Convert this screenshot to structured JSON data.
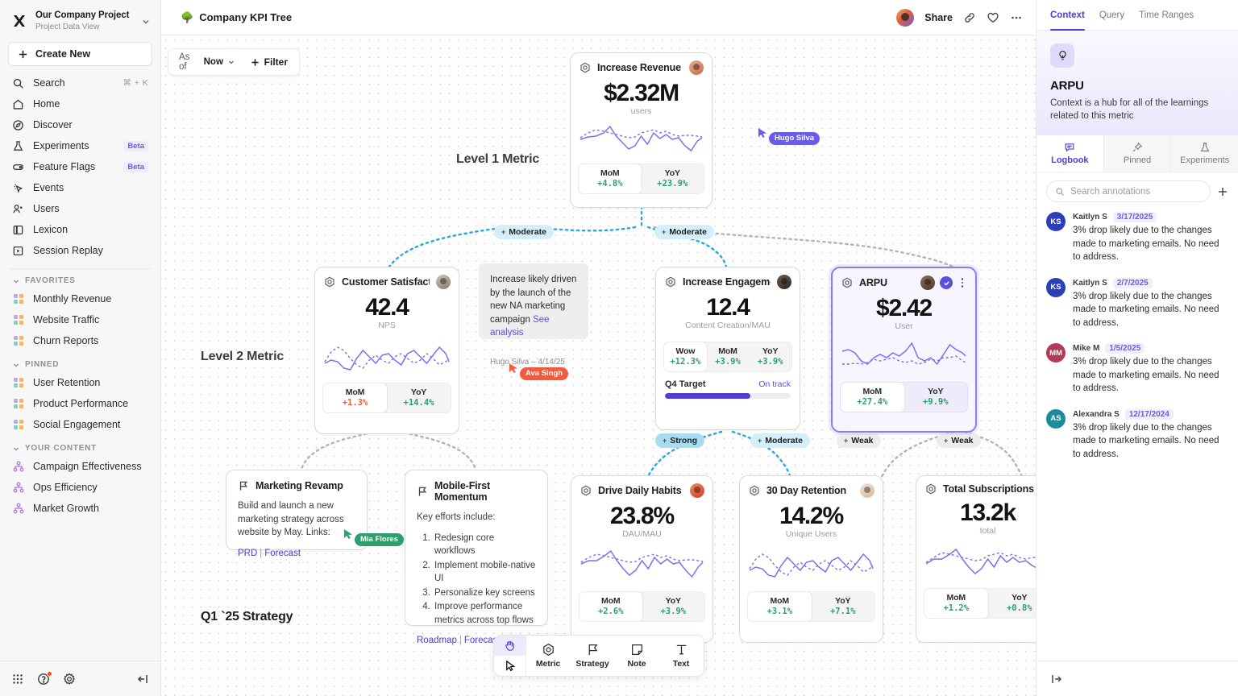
{
  "sidebar": {
    "project": {
      "title": "Our Company Project",
      "subtitle": "Project Data View"
    },
    "create_new": "Create New",
    "nav": [
      {
        "label": "Search",
        "icon": "search-icon",
        "kbd": "⌘ + K"
      },
      {
        "label": "Home",
        "icon": "home-icon"
      },
      {
        "label": "Discover",
        "icon": "compass-icon"
      },
      {
        "label": "Experiments",
        "icon": "flask-icon",
        "badge": "Beta"
      },
      {
        "label": "Feature Flags",
        "icon": "toggle-icon",
        "badge": "Beta"
      },
      {
        "label": "Events",
        "icon": "cursor-click-icon"
      },
      {
        "label": "Users",
        "icon": "people-icon"
      },
      {
        "label": "Lexicon",
        "icon": "book-icon"
      },
      {
        "label": "Session Replay",
        "icon": "replay-icon"
      }
    ],
    "groups": [
      {
        "title": "FAVORITES",
        "items": [
          "Monthly Revenue",
          "Website Traffic",
          "Churn Reports"
        ],
        "icon": "dashboard-icon"
      },
      {
        "title": "PINNED",
        "items": [
          "User Retention",
          "Product Performance",
          "Social Engagement"
        ],
        "icon": "dashboard-icon"
      },
      {
        "title": "YOUR CONTENT",
        "items": [
          "Campaign Effectiveness",
          "Ops Efficiency",
          "Market Growth"
        ],
        "icon": "tree-icon"
      }
    ]
  },
  "topbar": {
    "doc_title": "Company KPI Tree",
    "doc_emoji": "🌳",
    "share_label": "Share"
  },
  "canvas": {
    "toolbox": {
      "as_of_label": "As of",
      "as_of_value": "Now",
      "filter_label": "Filter"
    },
    "level_labels": {
      "l1": "Level 1 Metric",
      "l2": "Level 2 Metric",
      "strategy": "Q1 `25 Strategy"
    },
    "cursors": [
      {
        "name": "Hugo Silva",
        "color": "#6b5ce7"
      },
      {
        "name": "Ava Singh",
        "color": "#f15a3c"
      },
      {
        "name": "Mia Flores",
        "color": "#2f9e6e"
      }
    ],
    "connectors": [
      {
        "label": "Moderate",
        "sign": "+",
        "strength": "moderate"
      },
      {
        "label": "Moderate",
        "sign": "+",
        "strength": "moderate"
      },
      {
        "label": "Strong",
        "sign": "+",
        "strength": "strong"
      },
      {
        "label": "Moderate",
        "sign": "+",
        "strength": "moderate"
      },
      {
        "label": "Weak",
        "sign": "+",
        "strength": "weak"
      },
      {
        "label": "Weak",
        "sign": "+",
        "strength": "weak"
      }
    ],
    "cards": [
      {
        "id": "increase-revenue",
        "title": "Increase Revenue",
        "value": "$2.32M",
        "unit": "users",
        "stats": [
          {
            "k": "MoM",
            "v": "+4.8%",
            "dir": "up",
            "active": true
          },
          {
            "k": "YoY",
            "v": "+23.9%",
            "dir": "up",
            "active": false
          }
        ]
      },
      {
        "id": "customer-satisfaction",
        "title": "Customer Satisfaction",
        "value": "42.4",
        "unit": "NPS",
        "stats": [
          {
            "k": "MoM",
            "v": "+1.3%",
            "dir": "down",
            "active": true
          },
          {
            "k": "YoY",
            "v": "+14.4%",
            "dir": "up",
            "active": false
          }
        ]
      },
      {
        "id": "increase-engagement",
        "title": "Increase Engagement",
        "value": "12.4",
        "unit": "Content Creation/MAU",
        "stats": [
          {
            "k": "Wow",
            "v": "+12.3%",
            "dir": "up",
            "active": true
          },
          {
            "k": "MoM",
            "v": "+3.9%",
            "dir": "up",
            "active": false
          },
          {
            "k": "YoY",
            "v": "+3.9%",
            "dir": "up",
            "active": false
          }
        ],
        "target": {
          "label": "Q4 Target",
          "status": "On track",
          "progress": 68
        }
      },
      {
        "id": "arpu",
        "title": "ARPU",
        "value": "$2.42",
        "unit": "User",
        "selected": true,
        "verified": true,
        "stats": [
          {
            "k": "MoM",
            "v": "+27.4%",
            "dir": "up",
            "active": true
          },
          {
            "k": "YoY",
            "v": "+9.9%",
            "dir": "up",
            "active": false
          }
        ]
      },
      {
        "id": "drive-daily-habits",
        "title": "Drive Daily Habits",
        "value": "23.8%",
        "unit": "DAU/MAU",
        "stats": [
          {
            "k": "MoM",
            "v": "+2.6%",
            "dir": "up",
            "active": true
          },
          {
            "k": "YoY",
            "v": "+3.9%",
            "dir": "up",
            "active": false
          }
        ]
      },
      {
        "id": "30-day-retention",
        "title": "30 Day Retention",
        "value": "14.2%",
        "unit": "Unique Users",
        "stats": [
          {
            "k": "MoM",
            "v": "+3.1%",
            "dir": "up",
            "active": true
          },
          {
            "k": "YoY",
            "v": "+7.1%",
            "dir": "up",
            "active": false
          }
        ]
      },
      {
        "id": "total-subscriptions",
        "title": "Total Subscriptions",
        "value": "13.2k",
        "unit": "total",
        "stats": [
          {
            "k": "MoM",
            "v": "+1.2%",
            "dir": "up",
            "active": true
          },
          {
            "k": "YoY",
            "v": "+0.8%",
            "dir": "up",
            "active": false
          }
        ]
      }
    ],
    "note": {
      "text": "Increase likely driven by the launch of the new NA marketing campaign ",
      "link": "See analysis",
      "meta": "Hugo Silva – 4/14/25"
    },
    "strategy_cards": [
      {
        "id": "marketing-revamp",
        "title": "Marketing Revamp",
        "body": "Build and launch a new marketing strategy across website by May. Links:",
        "list": [],
        "links": [
          "PRD",
          "Forecast"
        ]
      },
      {
        "id": "mobile-first-momentum",
        "title": "Mobile-First Momentum",
        "body": "Key efforts include:",
        "list": [
          "Redesign core workflows",
          "Implement mobile-native UI",
          "Personalize key screens",
          "Improve performance metrics across top flows"
        ],
        "links": [
          "Roadmap",
          "Forecast"
        ]
      }
    ],
    "tools": [
      {
        "label": "Metric",
        "icon": "hexagon-icon"
      },
      {
        "label": "Strategy",
        "icon": "flag-icon"
      },
      {
        "label": "Note",
        "icon": "note-icon"
      },
      {
        "label": "Text",
        "icon": "text-icon"
      }
    ]
  },
  "right_panel": {
    "tabs": [
      {
        "label": "Context",
        "active": true
      },
      {
        "label": "Query",
        "active": false
      },
      {
        "label": "Time Ranges",
        "active": false
      }
    ],
    "hero": {
      "title": "ARPU",
      "description": "Context is a hub for all of the learnings related to this metric",
      "icon": "lightbulb-icon"
    },
    "sub_tabs": [
      {
        "label": "Logbook",
        "icon": "logbook-icon",
        "active": true
      },
      {
        "label": "Pinned",
        "icon": "pin-icon",
        "active": false
      },
      {
        "label": "Experiments",
        "icon": "flask-icon",
        "active": false
      }
    ],
    "search_placeholder": "Search annotations",
    "annotations": [
      {
        "initials": "KS",
        "name": "Kaitlyn S",
        "date": "3/17/2025",
        "text": "3% drop likely due to the changes made to marketing emails. No need to address.",
        "color": "#2a3fb8"
      },
      {
        "initials": "KS",
        "name": "Kaitlyn S",
        "date": "2/7/2025",
        "text": "3% drop likely due to the changes made to marketing emails. No need to address.",
        "color": "#2a3fb8"
      },
      {
        "initials": "MM",
        "name": "Mike M",
        "date": "1/5/2025",
        "text": "3% drop likely due to the changes made to marketing emails. No need to address.",
        "color": "#b03a58"
      },
      {
        "initials": "AS",
        "name": "Alexandra S",
        "date": "12/17/2024",
        "text": "3% drop likely due to the changes made to marketing emails. No need to address.",
        "color": "#1b8c9e"
      }
    ]
  }
}
